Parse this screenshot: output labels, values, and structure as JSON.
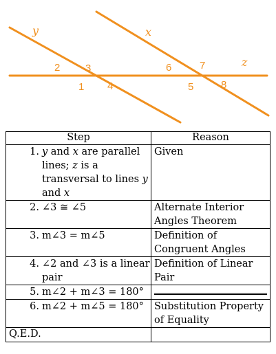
{
  "figure": {
    "line_color": "#f0901f",
    "angle_labels": [
      "2",
      "3",
      "1",
      "4",
      "6",
      "7",
      "5",
      "8"
    ],
    "line_labels": [
      "y",
      "x",
      "z"
    ]
  },
  "table": {
    "headers": [
      "Step",
      "Reason"
    ],
    "rows": [
      {
        "num": "1.",
        "statement": "y and x are parallel lines; z is a transversal to lines y and x",
        "reason": "Given"
      },
      {
        "num": "2.",
        "statement": "∠3 ≅ ∠5",
        "reason": "Alternate Interior Angles Theorem"
      },
      {
        "num": "3.",
        "statement": "m∠3 = m∠5",
        "reason": "Definition of Congruent Angles"
      },
      {
        "num": "4.",
        "statement": "∠2 and ∠3 is a linear pair",
        "reason": "Definition of Linear Pair"
      },
      {
        "num": "5.",
        "statement": "m∠2 + m∠3 = 180°",
        "reason": ""
      },
      {
        "num": "6.",
        "statement": "m∠2 + m∠5 = 180°",
        "reason": "Substitution Property of Equality"
      }
    ],
    "qed": "Q.E.D."
  }
}
